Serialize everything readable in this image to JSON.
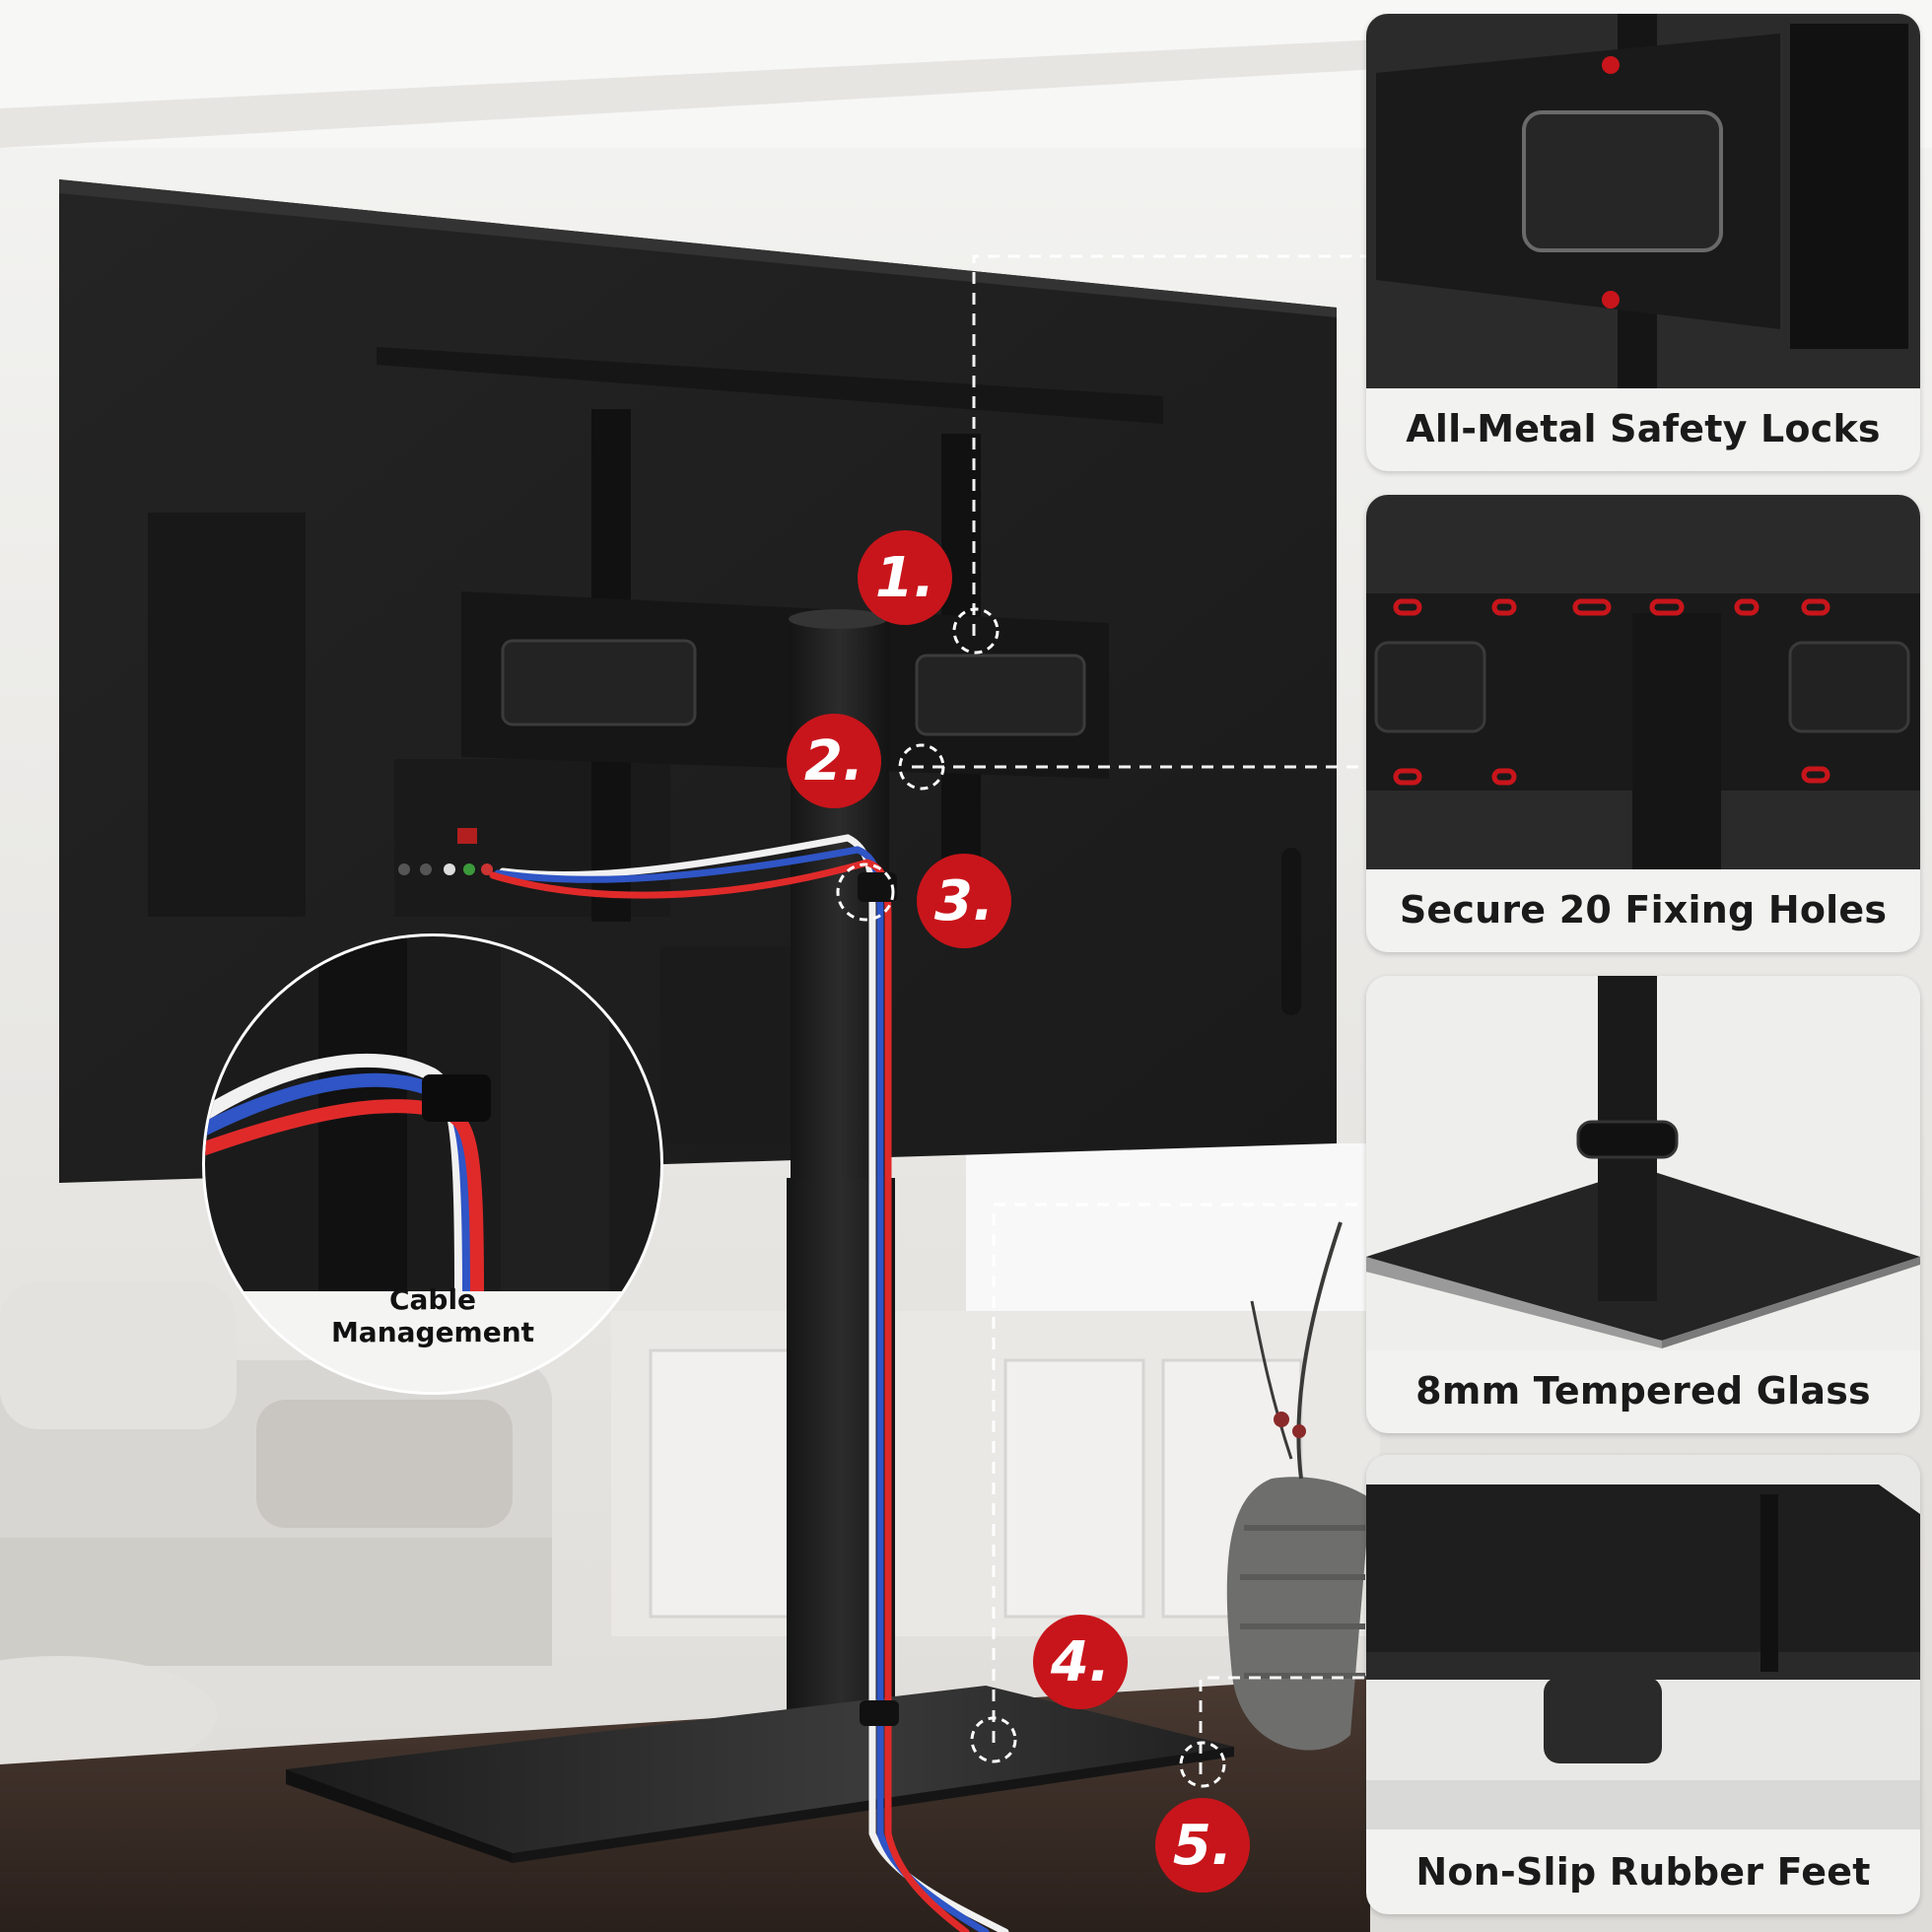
{
  "colors": {
    "accent_red": "#c8151b",
    "tv_black": "#1f1f1f",
    "panel_bg": "#f2f2f1",
    "cable_red": "#e02a2a",
    "cable_blue": "#2f55c6",
    "cable_white": "#f1f1f1"
  },
  "callouts": [
    {
      "number": "1."
    },
    {
      "number": "2."
    },
    {
      "number": "3."
    },
    {
      "number": "4."
    },
    {
      "number": "5."
    }
  ],
  "cable_inset": {
    "line1": "Cable",
    "line2": "Management",
    "icon": "cable-clip-icon"
  },
  "features": [
    {
      "label": "All-Metal Safety Locks",
      "image": "safety-lock-closeup"
    },
    {
      "label": "Secure 20 Fixing Holes",
      "image": "fixing-holes-closeup"
    },
    {
      "label": "8mm Tempered Glass",
      "image": "tempered-glass-base-closeup"
    },
    {
      "label": "Non-Slip Rubber Feet",
      "image": "rubber-feet-closeup"
    }
  ]
}
